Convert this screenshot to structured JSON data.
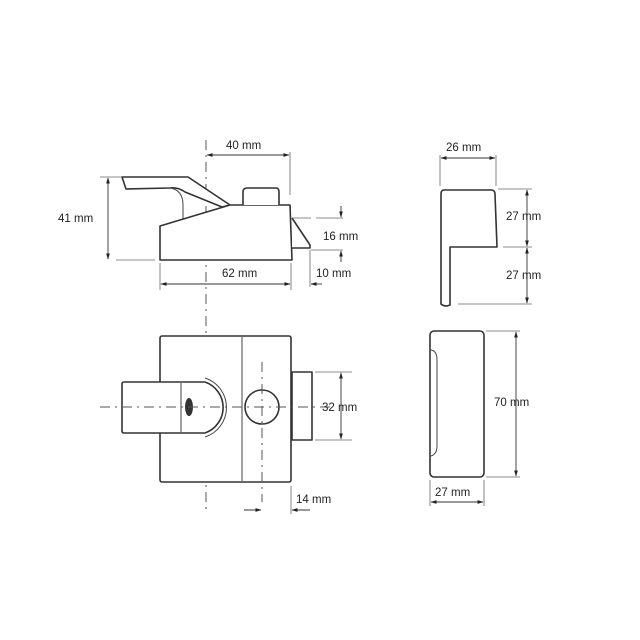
{
  "diagram": {
    "subject": "Night latch lock dimensions",
    "colors": {
      "line": "#333333",
      "background": "#ffffff"
    },
    "views": {
      "side": {
        "dimensions": {
          "top_width": "40 mm",
          "height": "41 mm",
          "latch_height": "16 mm",
          "latch_offset": "10 mm",
          "body_width": "62 mm"
        }
      },
      "front": {
        "dimensions": {
          "bolt_height": "32 mm",
          "bolt_projection": "14 mm"
        }
      },
      "keeper_side": {
        "dimensions": {
          "width": "26 mm",
          "upper_height": "27 mm",
          "lower_height": "27 mm"
        }
      },
      "keeper_front": {
        "dimensions": {
          "height": "70 mm",
          "width": "27 mm"
        }
      }
    }
  }
}
